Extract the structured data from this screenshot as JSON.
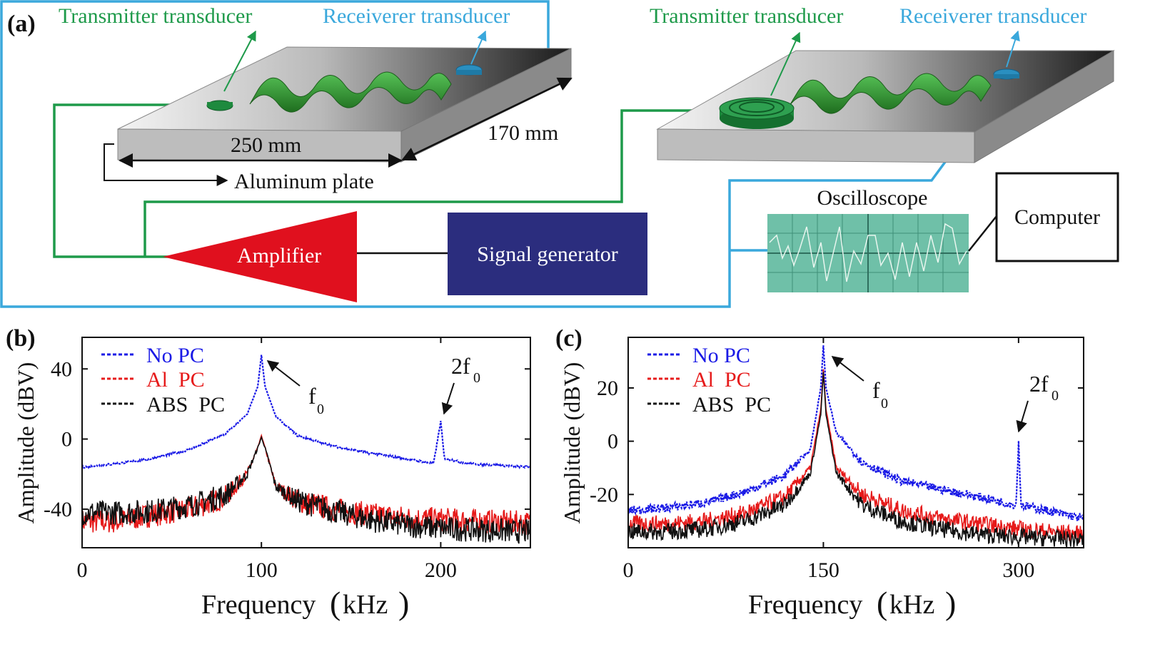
{
  "panel_a": {
    "label": "(a)",
    "left_setup": {
      "transmitter": "Transmitter transducer",
      "receiver": "Receiverer transducer",
      "dim_width": "250 mm",
      "dim_depth": "170 mm",
      "plate": "Aluminum plate"
    },
    "right_setup": {
      "transmitter": "Transmitter transducer",
      "receiver": "Receiverer transducer"
    },
    "amplifier": "Amplifier",
    "signal_generator": "Signal generator",
    "oscilloscope": "Oscilloscope",
    "computer": "Computer",
    "colors": {
      "transmitter_wire": "#1e9a4a",
      "receiver_wire": "#3aa8dc",
      "amplifier": "#e0101e",
      "signal_generator": "#2b2d7e",
      "oscilloscope": "#6fc0a8",
      "phononic_crystal": "#2e8b2e"
    }
  },
  "chart_data": [
    {
      "panel": "(b)",
      "type": "line",
      "xlabel": "Frequency",
      "xunit": "kHz",
      "ylabel": "Amplitude (dBV)",
      "xlim": [
        0,
        250
      ],
      "ylim": [
        -62,
        58
      ],
      "xticks": [
        0,
        100,
        200
      ],
      "yticks": [
        40,
        0,
        -40
      ],
      "legend_position": "top-left",
      "fundamental": 100,
      "series": [
        {
          "name": "No PC",
          "color": "#1a1ae6",
          "values": [
            [
              0,
              -16
            ],
            [
              20,
              -14
            ],
            [
              40,
              -11
            ],
            [
              60,
              -6
            ],
            [
              80,
              3
            ],
            [
              92,
              14
            ],
            [
              98,
              30
            ],
            [
              100,
              48
            ],
            [
              102,
              30
            ],
            [
              108,
              13
            ],
            [
              120,
              2
            ],
            [
              140,
              -4
            ],
            [
              160,
              -8
            ],
            [
              180,
              -11
            ],
            [
              196,
              -14
            ],
            [
              200,
              10
            ],
            [
              202,
              -11
            ],
            [
              215,
              -14
            ],
            [
              250,
              -16
            ]
          ]
        },
        {
          "name": "Al  PC",
          "color": "#e61a1a",
          "values": [
            [
              0,
              -47
            ],
            [
              20,
              -47
            ],
            [
              40,
              -43
            ],
            [
              60,
              -40
            ],
            [
              80,
              -33
            ],
            [
              92,
              -20
            ],
            [
              98,
              -5
            ],
            [
              100,
              2
            ],
            [
              102,
              -5
            ],
            [
              108,
              -27
            ],
            [
              120,
              -35
            ],
            [
              140,
              -40
            ],
            [
              160,
              -43
            ],
            [
              180,
              -45
            ],
            [
              200,
              -46
            ],
            [
              250,
              -48
            ]
          ]
        },
        {
          "name": "ABS  PC",
          "color": "#111111",
          "values": [
            [
              0,
              -42
            ],
            [
              20,
              -42
            ],
            [
              40,
              -41
            ],
            [
              60,
              -38
            ],
            [
              80,
              -32
            ],
            [
              92,
              -20
            ],
            [
              98,
              -5
            ],
            [
              100,
              1
            ],
            [
              102,
              -5
            ],
            [
              108,
              -27
            ],
            [
              120,
              -35
            ],
            [
              140,
              -41
            ],
            [
              160,
              -46
            ],
            [
              180,
              -49
            ],
            [
              200,
              -51
            ],
            [
              250,
              -53
            ]
          ]
        }
      ],
      "annotations": [
        "f",
        "0",
        "2f",
        "0"
      ]
    },
    {
      "panel": "(c)",
      "type": "line",
      "xlabel": "Frequency",
      "xunit": "kHz",
      "ylabel": "Amplitude (dBV)",
      "xlim": [
        0,
        350
      ],
      "ylim": [
        -40,
        39
      ],
      "xticks": [
        0,
        150,
        300
      ],
      "yticks": [
        20,
        0,
        -20
      ],
      "legend_position": "top-left",
      "fundamental": 150,
      "series": [
        {
          "name": "No PC",
          "color": "#1a1ae6",
          "values": [
            [
              0,
              -26
            ],
            [
              30,
              -25
            ],
            [
              60,
              -23
            ],
            [
              90,
              -19
            ],
            [
              120,
              -13
            ],
            [
              140,
              -3
            ],
            [
              148,
              20
            ],
            [
              150,
              36
            ],
            [
              152,
              20
            ],
            [
              160,
              3
            ],
            [
              180,
              -8
            ],
            [
              210,
              -15
            ],
            [
              240,
              -18
            ],
            [
              270,
              -21
            ],
            [
              298,
              -24
            ],
            [
              300,
              -1
            ],
            [
              302,
              -24
            ],
            [
              350,
              -29
            ]
          ]
        },
        {
          "name": "Al  PC",
          "color": "#e61a1a",
          "values": [
            [
              0,
              -31
            ],
            [
              30,
              -31
            ],
            [
              60,
              -30
            ],
            [
              90,
              -27
            ],
            [
              120,
              -21
            ],
            [
              140,
              -10
            ],
            [
              148,
              12
            ],
            [
              150,
              27
            ],
            [
              152,
              12
            ],
            [
              160,
              -10
            ],
            [
              180,
              -20
            ],
            [
              210,
              -26
            ],
            [
              240,
              -29
            ],
            [
              270,
              -31
            ],
            [
              300,
              -33
            ],
            [
              350,
              -35
            ]
          ]
        },
        {
          "name": "ABS  PC",
          "color": "#111111",
          "values": [
            [
              0,
              -34
            ],
            [
              30,
              -34
            ],
            [
              60,
              -33
            ],
            [
              90,
              -30
            ],
            [
              120,
              -24
            ],
            [
              140,
              -12
            ],
            [
              148,
              10
            ],
            [
              150,
              26
            ],
            [
              152,
              10
            ],
            [
              160,
              -12
            ],
            [
              180,
              -24
            ],
            [
              210,
              -30
            ],
            [
              240,
              -33
            ],
            [
              270,
              -35
            ],
            [
              300,
              -36
            ],
            [
              350,
              -37
            ]
          ]
        }
      ],
      "annotations": [
        "f",
        "0",
        "2f",
        "0"
      ]
    }
  ]
}
